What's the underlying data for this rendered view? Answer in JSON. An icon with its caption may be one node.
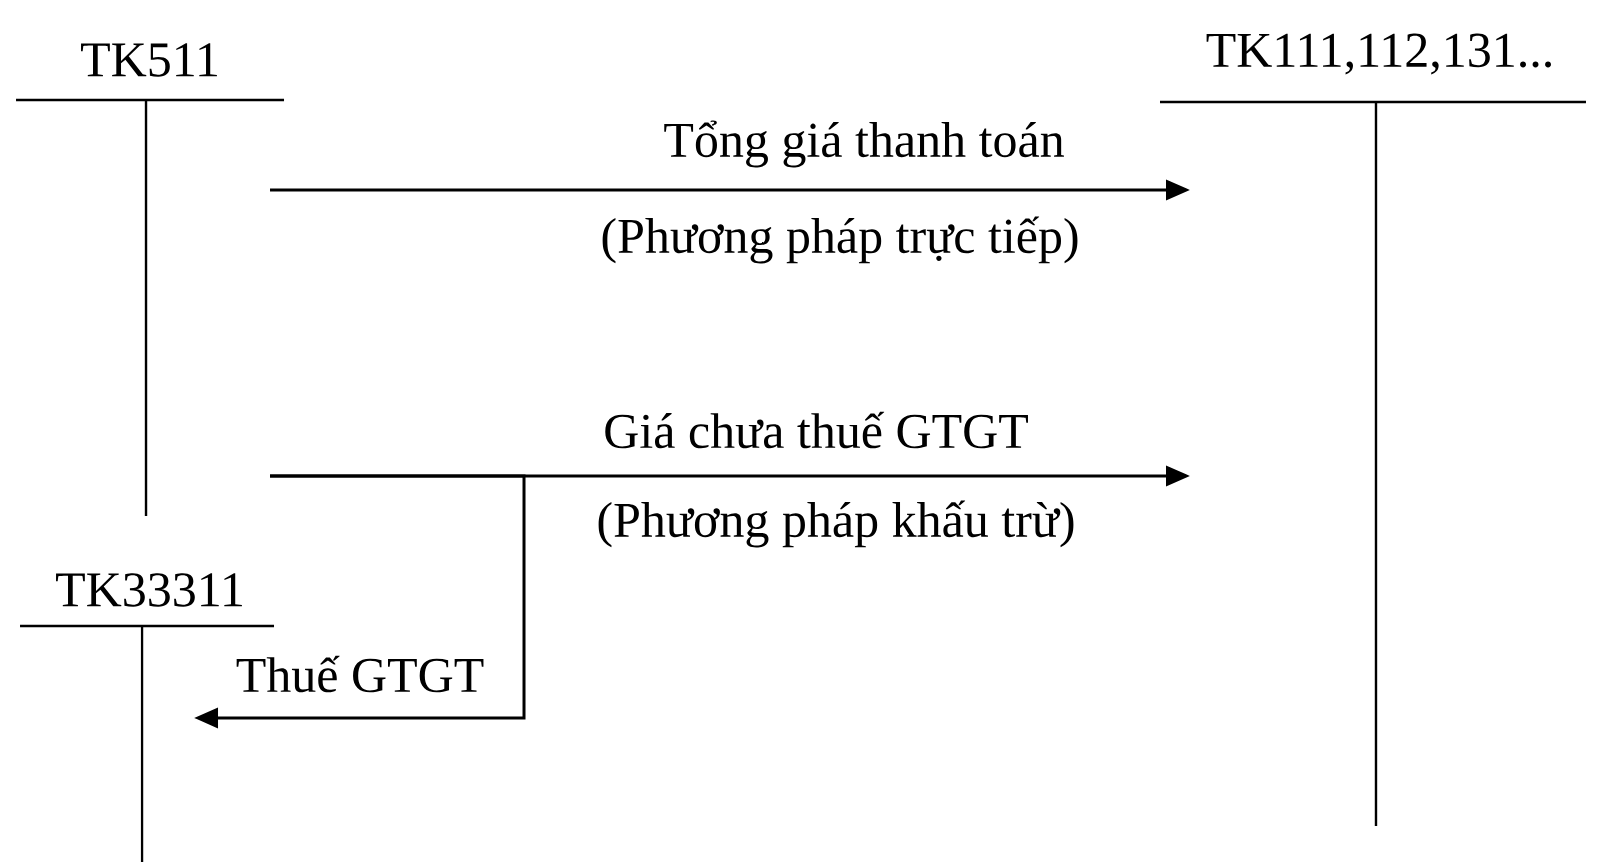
{
  "diagram": {
    "nodes": [
      {
        "text": [
          "TK511"
        ]
      },
      {
        "text": [
          "TK111,112,131..."
        ]
      },
      {
        "text": [
          "TK33311"
        ]
      }
    ],
    "edges": [
      {
        "from": 0,
        "to": 1,
        "arrow": "to",
        "label": "Tổng giá thanh toán"
      },
      {
        "from": 0,
        "to": 1,
        "arrow": "to",
        "label": "Giá chưa thuế GTGT"
      },
      {
        "from": 0,
        "to": 2,
        "arrow": "to",
        "label": "Thuế GTGT"
      }
    ],
    "labels": [
      "(Phương pháp trực tiếp)",
      "(Phương pháp khấu trừ)"
    ]
  }
}
